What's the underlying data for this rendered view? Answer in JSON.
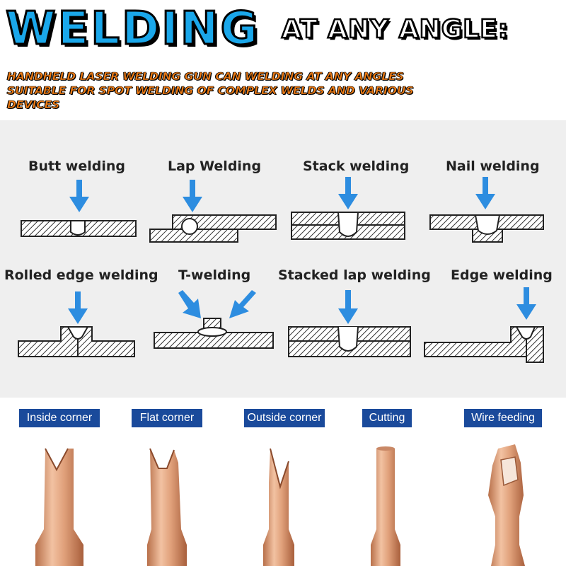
{
  "header": {
    "title": "WELDING",
    "subtitle": "AT ANY ANGLE:",
    "title_color": "#1aa7ea",
    "description": [
      "HANDHELD LASER WELDING GUN CAN WELDING AT ANY ANGLES",
      "SUITABLE FOR SPOT WELDING OF COMPLEX WELDS AND VARIOUS",
      "DEVICES"
    ],
    "description_color": "#f07b12"
  },
  "weld_types": [
    {
      "label": "Butt welding"
    },
    {
      "label": "Lap Welding"
    },
    {
      "label": "Stack welding"
    },
    {
      "label": "Nail welding"
    },
    {
      "label": "Rolled edge welding"
    },
    {
      "label": "T-welding"
    },
    {
      "label": "Stacked lap welding"
    },
    {
      "label": "Edge welding"
    }
  ],
  "nozzles": [
    {
      "label": "Inside corner"
    },
    {
      "label": "Flat corner"
    },
    {
      "label": "Outside corner"
    },
    {
      "label": "Cutting"
    },
    {
      "label": "Wire feeding"
    }
  ],
  "colors": {
    "arrow": "#2d8de0",
    "label_bg": "#1a4a9b",
    "copper": "#d99a72"
  }
}
